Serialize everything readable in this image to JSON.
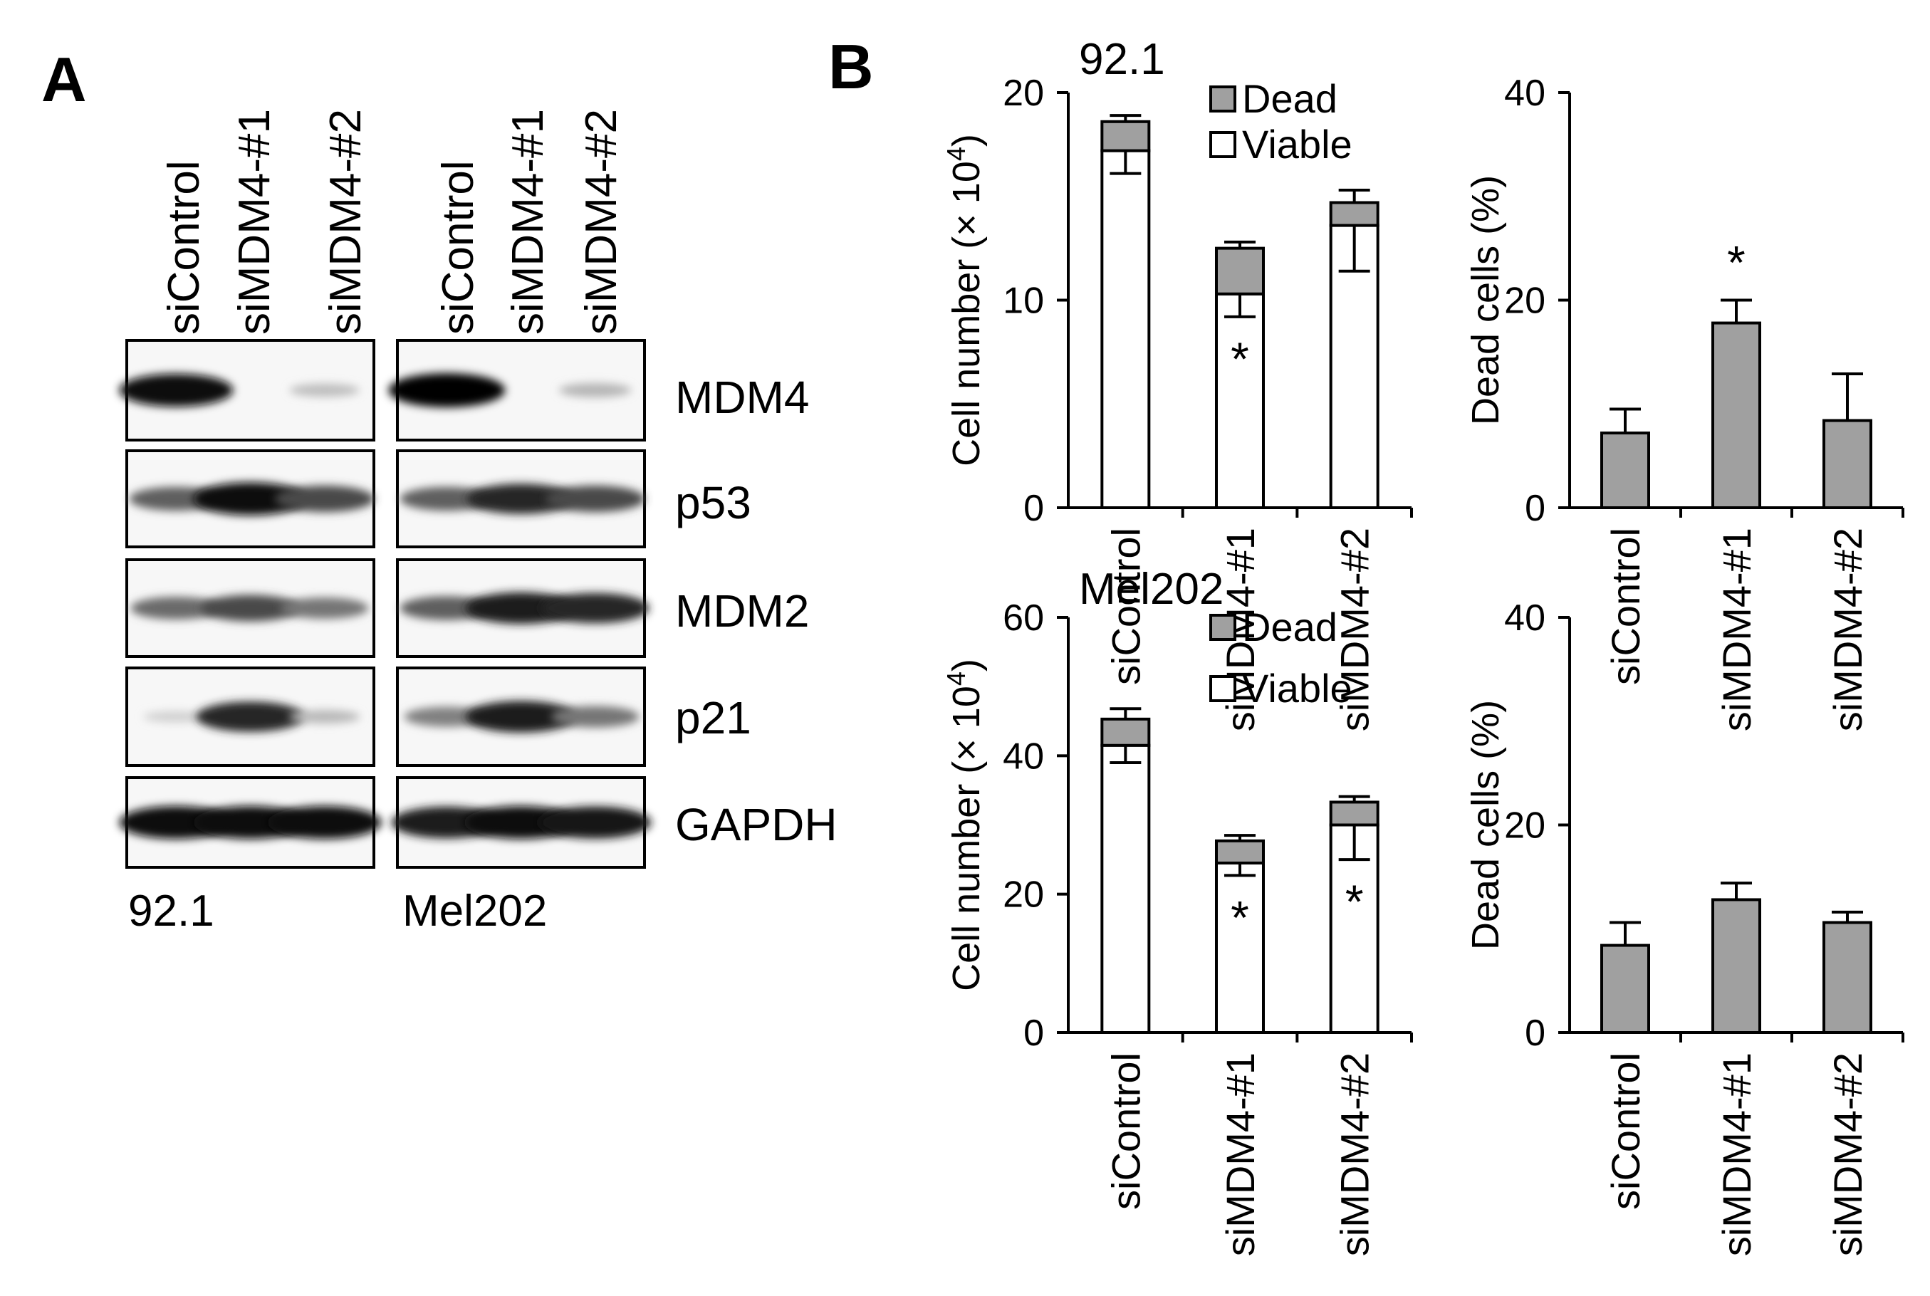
{
  "panel_a": {
    "letter": "A",
    "lanes": [
      "siControl",
      "siMDM4-#1",
      "siMDM4-#2"
    ],
    "cell_lines": [
      "92.1",
      "Mel202"
    ],
    "proteins": [
      "MDM4",
      "p53",
      "MDM2",
      "p21",
      "GAPDH"
    ],
    "band_intensity": {
      "92.1": {
        "MDM4": [
          0.95,
          0.0,
          0.18
        ],
        "p53": [
          0.6,
          0.95,
          0.7
        ],
        "MDM2": [
          0.55,
          0.7,
          0.5
        ],
        "p21": [
          0.1,
          0.85,
          0.2
        ],
        "GAPDH": [
          0.95,
          0.95,
          0.95
        ]
      },
      "Mel202": {
        "MDM4": [
          1.0,
          0.0,
          0.22
        ],
        "p53": [
          0.6,
          0.85,
          0.7
        ],
        "MDM2": [
          0.6,
          0.9,
          0.85
        ],
        "p21": [
          0.45,
          0.9,
          0.5
        ],
        "GAPDH": [
          0.9,
          0.95,
          0.92
        ]
      }
    }
  },
  "panel_b": {
    "letter": "B"
  },
  "chart_data": [
    {
      "id": "top-left",
      "type": "bar",
      "stacked": true,
      "title": "92.1",
      "ylabel_parts": [
        "Cell number",
        "(×",
        "10",
        "4",
        ")"
      ],
      "ylim": [
        0,
        20
      ],
      "yticks": [
        0,
        10,
        20
      ],
      "categories": [
        "siControl",
        "siMDM4-#1",
        "siMDM4-#2"
      ],
      "legend": [
        "Dead",
        "Viable"
      ],
      "series": [
        {
          "name": "Viable",
          "values": [
            17.2,
            10.3,
            13.6
          ],
          "err": [
            1.1,
            1.1,
            2.2
          ],
          "color": "#ffffff"
        },
        {
          "name": "Dead",
          "values": [
            1.4,
            2.2,
            1.1
          ],
          "err": [
            0.3,
            0.3,
            0.6
          ],
          "color": "#a0a0a0"
        }
      ],
      "annotations": [
        {
          "category": "siMDM4-#1",
          "text": "*",
          "where": "inside"
        }
      ]
    },
    {
      "id": "top-right",
      "type": "bar",
      "ylabel": "Dead  cells (%)",
      "ylim": [
        0,
        40
      ],
      "yticks": [
        0,
        20,
        40
      ],
      "categories": [
        "siControl",
        "siMDM4-#1",
        "siMDM4-#2"
      ],
      "values": [
        7.2,
        17.8,
        8.4
      ],
      "err": [
        2.3,
        2.2,
        4.5
      ],
      "color": "#a0a0a0",
      "annotations": [
        {
          "category": "siMDM4-#1",
          "text": "*",
          "where": "above"
        }
      ]
    },
    {
      "id": "bottom-left",
      "type": "bar",
      "stacked": true,
      "title": "Mel202",
      "ylabel_parts": [
        "Cell number",
        "(×",
        "10",
        "4",
        ")"
      ],
      "ylim": [
        0,
        60
      ],
      "yticks": [
        0,
        20,
        40,
        60
      ],
      "categories": [
        "siControl",
        "siMDM4-#1",
        "siMDM4-#2"
      ],
      "legend": [
        "Dead",
        "Viable"
      ],
      "series": [
        {
          "name": "Viable",
          "values": [
            41.5,
            24.5,
            30.0
          ],
          "err": [
            2.5,
            1.8,
            5.0
          ],
          "color": "#ffffff"
        },
        {
          "name": "Dead",
          "values": [
            3.8,
            3.2,
            3.3
          ],
          "err": [
            1.5,
            0.8,
            0.8
          ],
          "color": "#a0a0a0"
        }
      ],
      "annotations": [
        {
          "category": "siMDM4-#1",
          "text": "*",
          "where": "inside"
        },
        {
          "category": "siMDM4-#2",
          "text": "*",
          "where": "inside"
        }
      ]
    },
    {
      "id": "bottom-right",
      "type": "bar",
      "ylabel": "Dead  cells (%)",
      "ylim": [
        0,
        40
      ],
      "yticks": [
        0,
        20,
        40
      ],
      "categories": [
        "siControl",
        "siMDM4-#1",
        "siMDM4-#2"
      ],
      "values": [
        8.4,
        12.8,
        10.6
      ],
      "err": [
        2.2,
        1.6,
        1.0
      ],
      "color": "#a0a0a0",
      "annotations": []
    }
  ]
}
